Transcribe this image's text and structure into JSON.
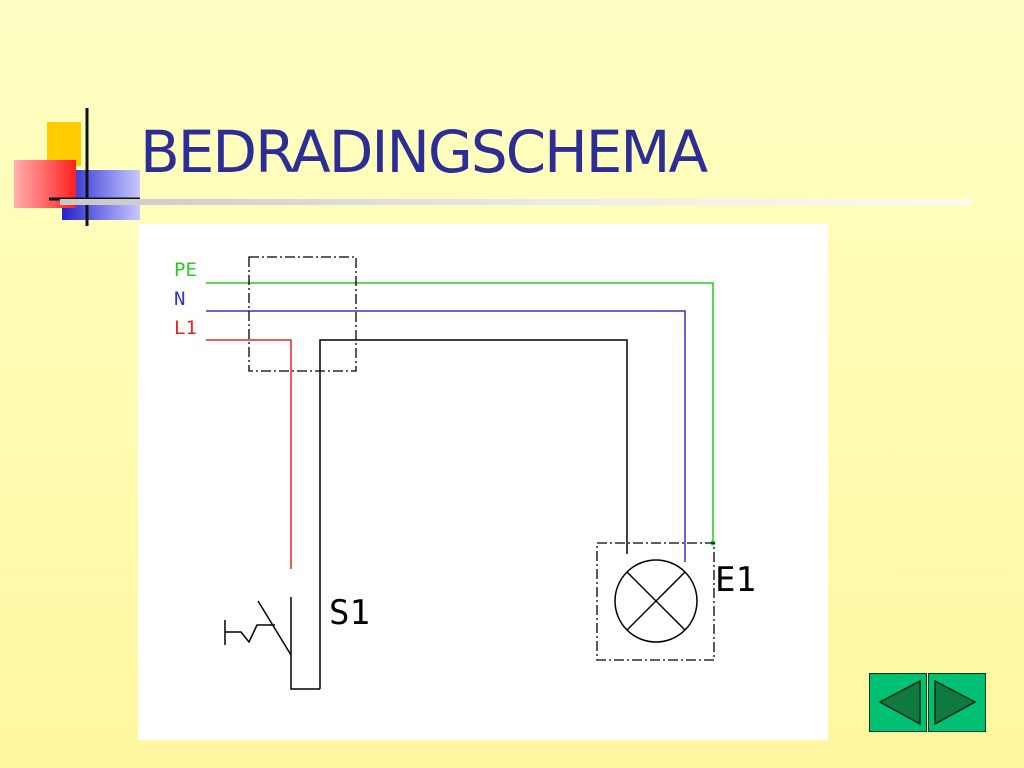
{
  "title": "BEDRADINGSCHEMA",
  "diagram": {
    "supply_lines": [
      {
        "label": "PE",
        "color": "#22cc22"
      },
      {
        "label": "N",
        "color": "#3333cc"
      },
      {
        "label": "L1",
        "color": "#ee2222"
      }
    ],
    "switch_label": "S1",
    "lamp_label": "E1",
    "wire_color": "#000000"
  },
  "nav": {
    "previous_icon": "triangle-left-icon",
    "next_icon": "triangle-right-icon",
    "button_color": "#00c073"
  }
}
